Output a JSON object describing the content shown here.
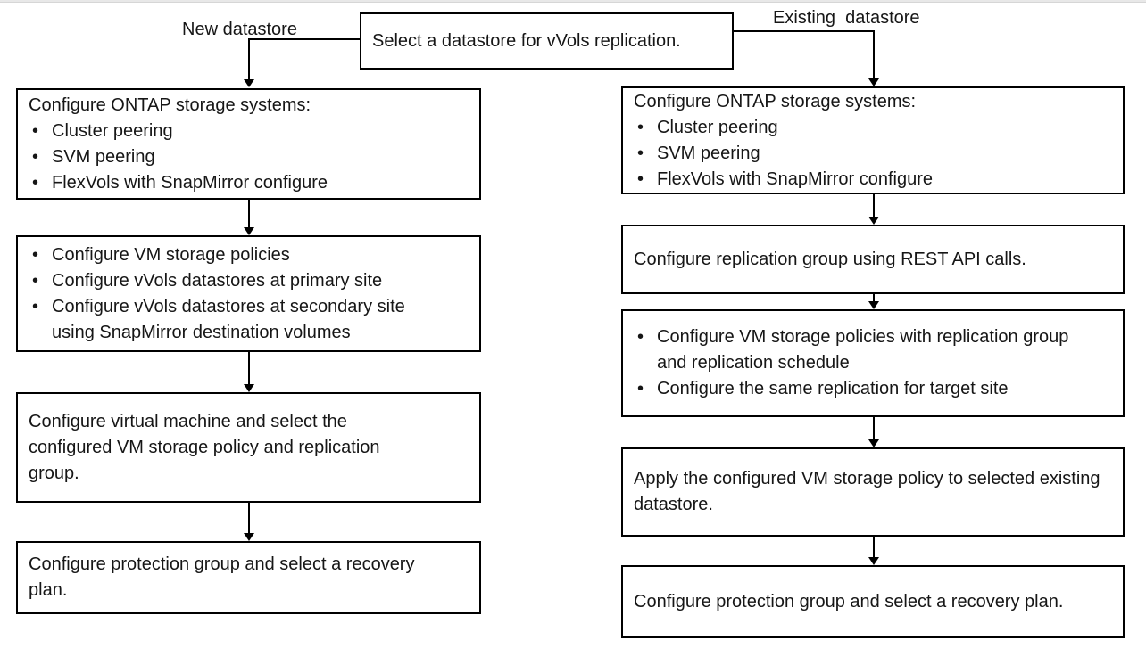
{
  "diagram": {
    "root": {
      "text": "Select a datastore for vVols replication."
    },
    "branch_labels": {
      "left": "New datastore",
      "right": "Existing  datastore"
    },
    "left_column": [
      {
        "title": "Configure ONTAP storage systems:",
        "bullets": [
          "Cluster peering",
          "SVM peering",
          "FlexVols with SnapMirror configure"
        ]
      },
      {
        "bullets": [
          "Configure VM storage policies",
          "Configure vVols datastores at primary site",
          "Configure vVols datastores at secondary site using SnapMirror destination volumes"
        ]
      },
      {
        "text": "Configure virtual machine and select the configured VM storage policy and replication group."
      },
      {
        "text": "Configure protection group and select a recovery plan."
      }
    ],
    "right_column": [
      {
        "title": "Configure ONTAP storage systems:",
        "bullets": [
          "Cluster peering",
          "SVM peering",
          "FlexVols with SnapMirror configure"
        ]
      },
      {
        "text": "Configure replication group using REST API calls."
      },
      {
        "bullets": [
          "Configure VM storage policies with replication group and replication schedule",
          "Configure the same replication for target site"
        ]
      },
      {
        "text": "Apply the configured VM storage policy to selected existing datastore."
      },
      {
        "text": "Configure protection group and select a recovery plan."
      }
    ]
  },
  "colors": {
    "line": "#000000",
    "text": "#161616",
    "background": "#ffffff",
    "top_bar": "#e8e8e8"
  }
}
